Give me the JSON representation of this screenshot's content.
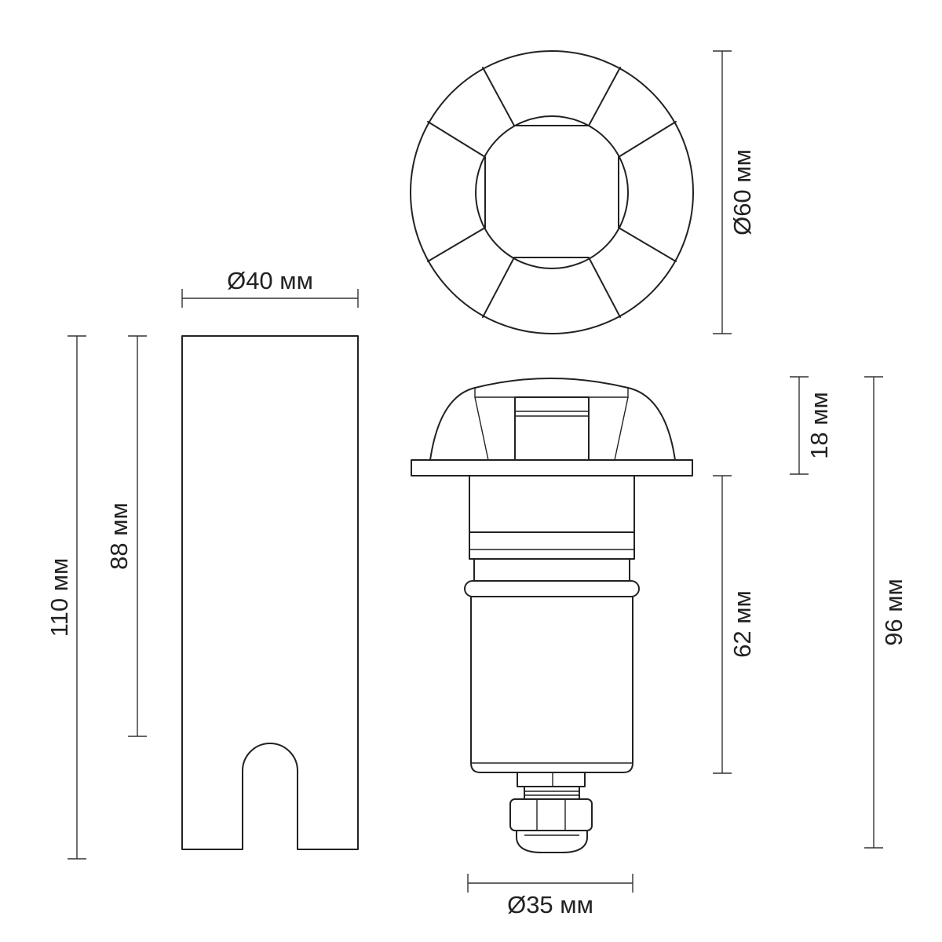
{
  "dimensions": {
    "sleeve_diameter": "Ø40 мм",
    "cap_diameter": "Ø60 мм",
    "body_diameter": "Ø35 мм",
    "sleeve_height_total": "110 мм",
    "sleeve_slot_height": "88 мм",
    "head_height": "18 мм",
    "body_height": "62 мм",
    "fixture_height_total": "96 мм"
  },
  "colors": {
    "line": "#222222",
    "background": "#ffffff"
  }
}
